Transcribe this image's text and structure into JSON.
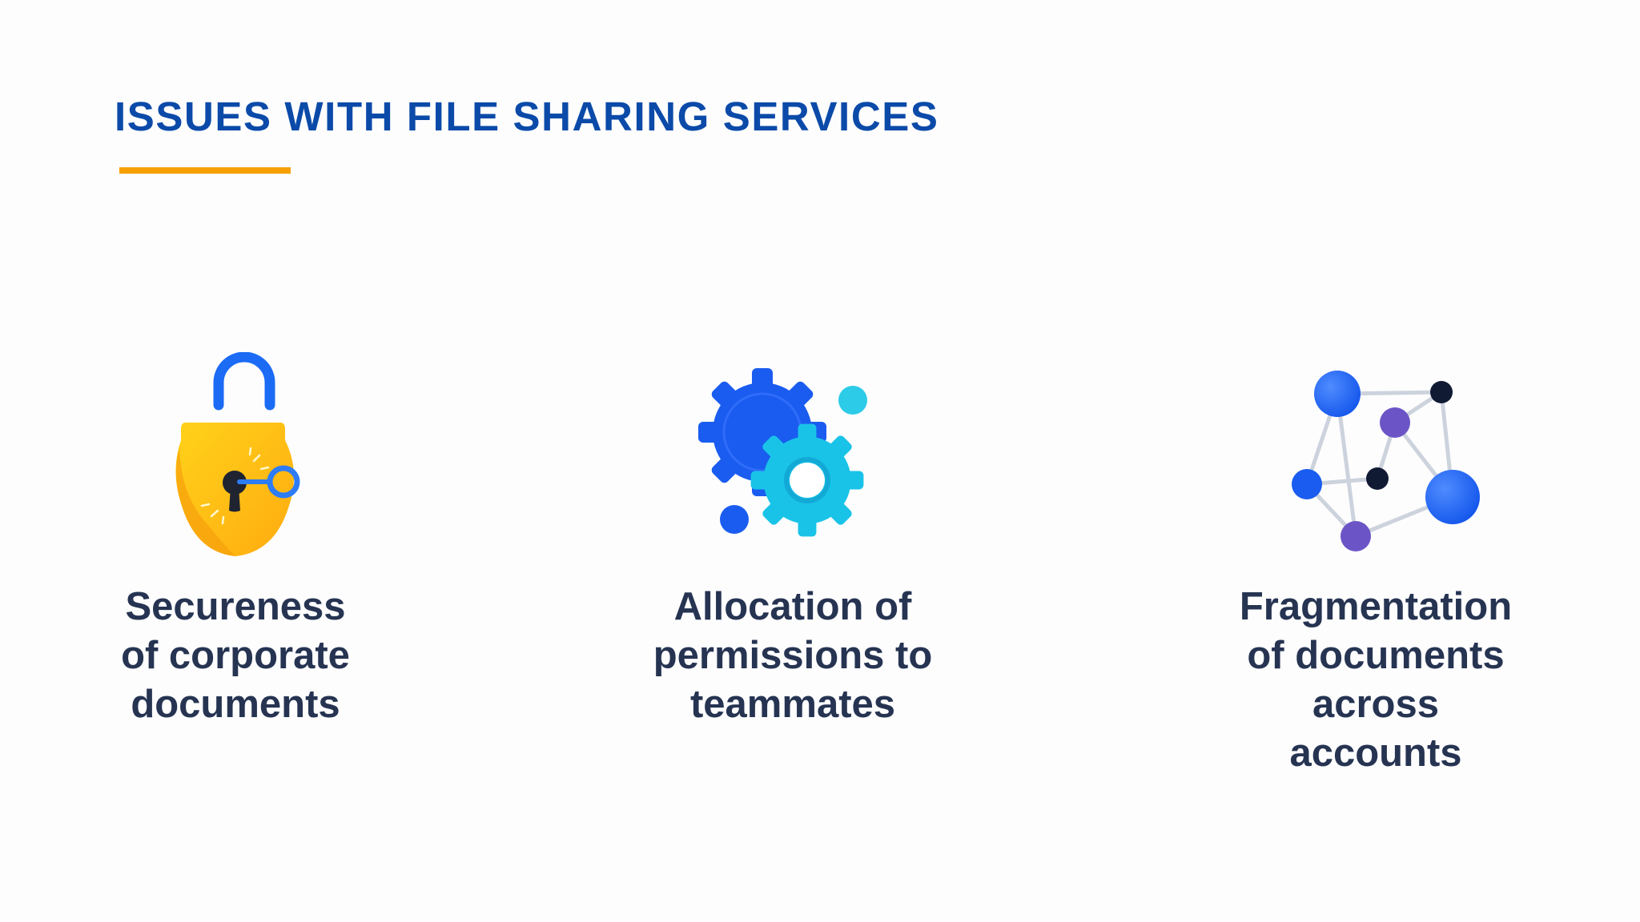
{
  "slide": {
    "title": "ISSUES WITH FILE SHARING SERVICES",
    "accent_color": "#f6a100",
    "title_color": "#0b4aa8"
  },
  "issues": [
    {
      "icon": "padlock-key-icon",
      "lines": [
        "Secureness",
        "of corporate",
        "documents"
      ]
    },
    {
      "icon": "gears-icon",
      "lines": [
        "Allocation of",
        "permissions to",
        "teammates"
      ]
    },
    {
      "icon": "network-nodes-icon",
      "lines": [
        "Fragmentation",
        "of documents",
        "across",
        "accounts"
      ]
    }
  ]
}
